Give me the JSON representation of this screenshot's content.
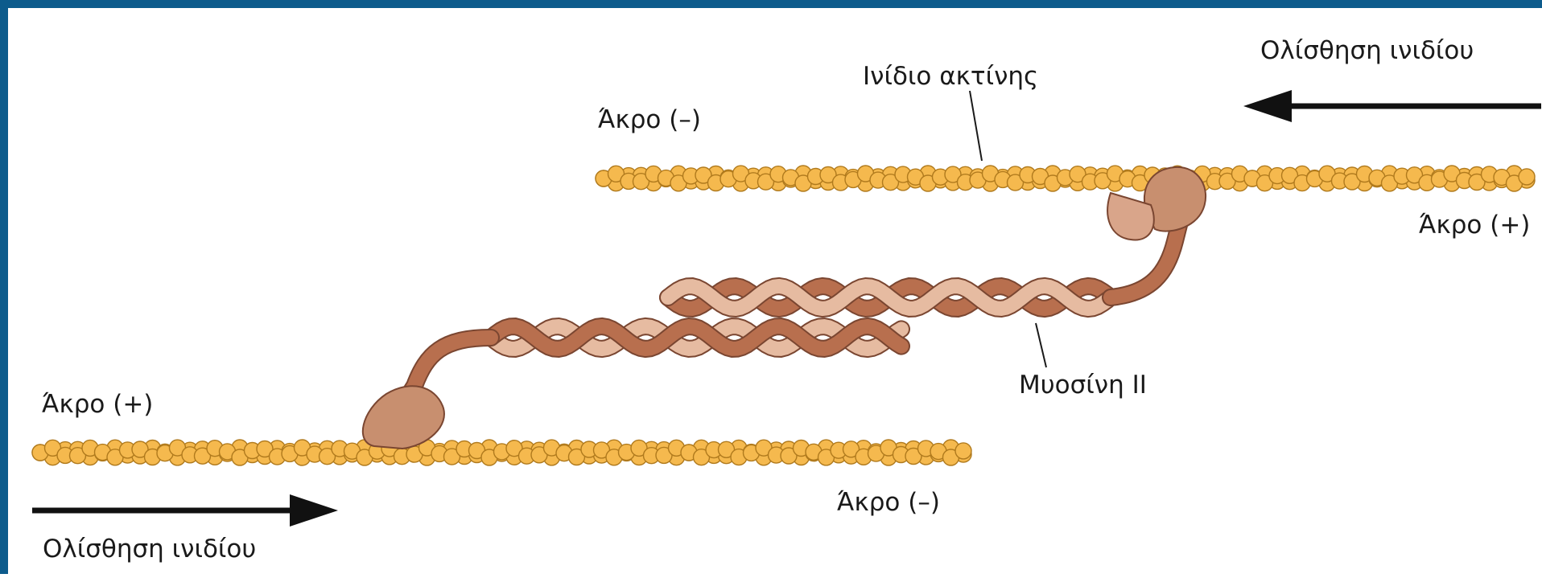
{
  "colors": {
    "frame": "#0d5b8c",
    "actin_bead": "#f5b94e",
    "actin_bead_edge": "#b07a1d",
    "myosin_dark": "#b86f4e",
    "myosin_light": "#e6bba1",
    "myosin_head": "#c88f6f",
    "arrow": "#111111"
  },
  "labels": {
    "slide_top": "Ολίσθηση ινιδίου",
    "actin_filament": "Ινίδιο ακτίνης",
    "minus_end_top": "Άκρο (–)",
    "plus_end_top": "Άκρο (+)",
    "plus_end_bottom": "Άκρο (+)",
    "minus_end_bottom": "Άκρο (–)",
    "myosin": "Μυοσίνη II",
    "slide_bottom": "Ολίσθηση ινιδίου"
  },
  "icons": {
    "top_arrow": "arrow-left-icon",
    "bottom_arrow": "arrow-right-icon"
  }
}
